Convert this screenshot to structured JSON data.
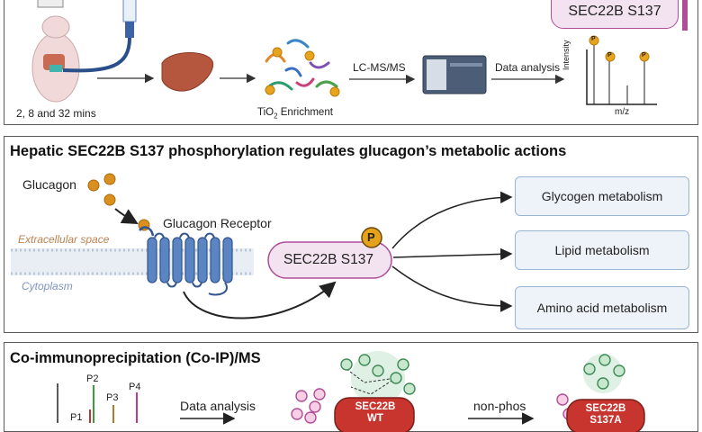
{
  "panel1": {
    "time_label": "2, 8 and 32 mins",
    "enrichment_label_prefix": "TiO",
    "enrichment_label_sub": "2",
    "enrichment_label_suffix": " Enrichment",
    "lcms_label": "LC-MS/MS",
    "data_analysis_label": "Data analysis",
    "y_axis_label": "Intensity",
    "x_axis_label": "m/z",
    "phospho_marker": "P",
    "protein_badge": "SEC22B S137"
  },
  "panel2": {
    "title": "Hepatic SEC22B S137 phosphorylation regulates glucagon’s metabolic actions",
    "glucagon_label": "Glucagon",
    "receptor_label": "Glucagon Receptor",
    "extracellular_label": "Extracellular space",
    "cytoplasm_label": "Cytoplasm",
    "protein_label": "SEC22B S137",
    "phospho_marker": "P",
    "outcomes": [
      "Glycogen metabolism",
      "Lipid metabolism",
      "Amino acid metabolism"
    ]
  },
  "panel3": {
    "title": "Co-immunoprecipitation (Co-IP)/MS",
    "peaks": [
      "P1",
      "P2",
      "P3",
      "P4"
    ],
    "data_analysis_label": "Data analysis",
    "nonphos_label": "non-phos",
    "wt_label_top": "SEC22B",
    "wt_label_bottom": "WT",
    "mut_label_top": "SEC22B",
    "mut_label_bottom": "S137A"
  },
  "colors": {
    "border": "#5a5a5a",
    "box_fill": "#eef3fa",
    "box_stroke": "#9bb3d4",
    "protein_fill": "#f3e3f0",
    "protein_stroke": "#b04d97",
    "phospho": "#e5a21a",
    "receptor": "#4f78b8",
    "red_protein": "#c8352f",
    "green_node": "#5aa878",
    "pink_node": "#e06aa8"
  }
}
